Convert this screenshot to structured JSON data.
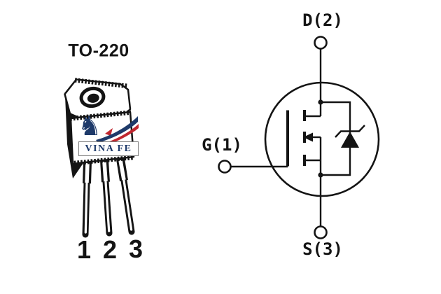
{
  "figure": {
    "package": {
      "title": "TO-220",
      "pin_labels": [
        "1",
        "2",
        "3"
      ]
    },
    "schematic": {
      "drain": "D(2)",
      "gate": "G(1)",
      "source": "S(3)"
    },
    "watermark": {
      "brand": "VINA FE",
      "logo": "horse-logo"
    },
    "colors": {
      "ink": "#141414",
      "watermark_navy": "#1e3a6a",
      "watermark_red": "#c0272f",
      "background": "#ffffff"
    }
  }
}
